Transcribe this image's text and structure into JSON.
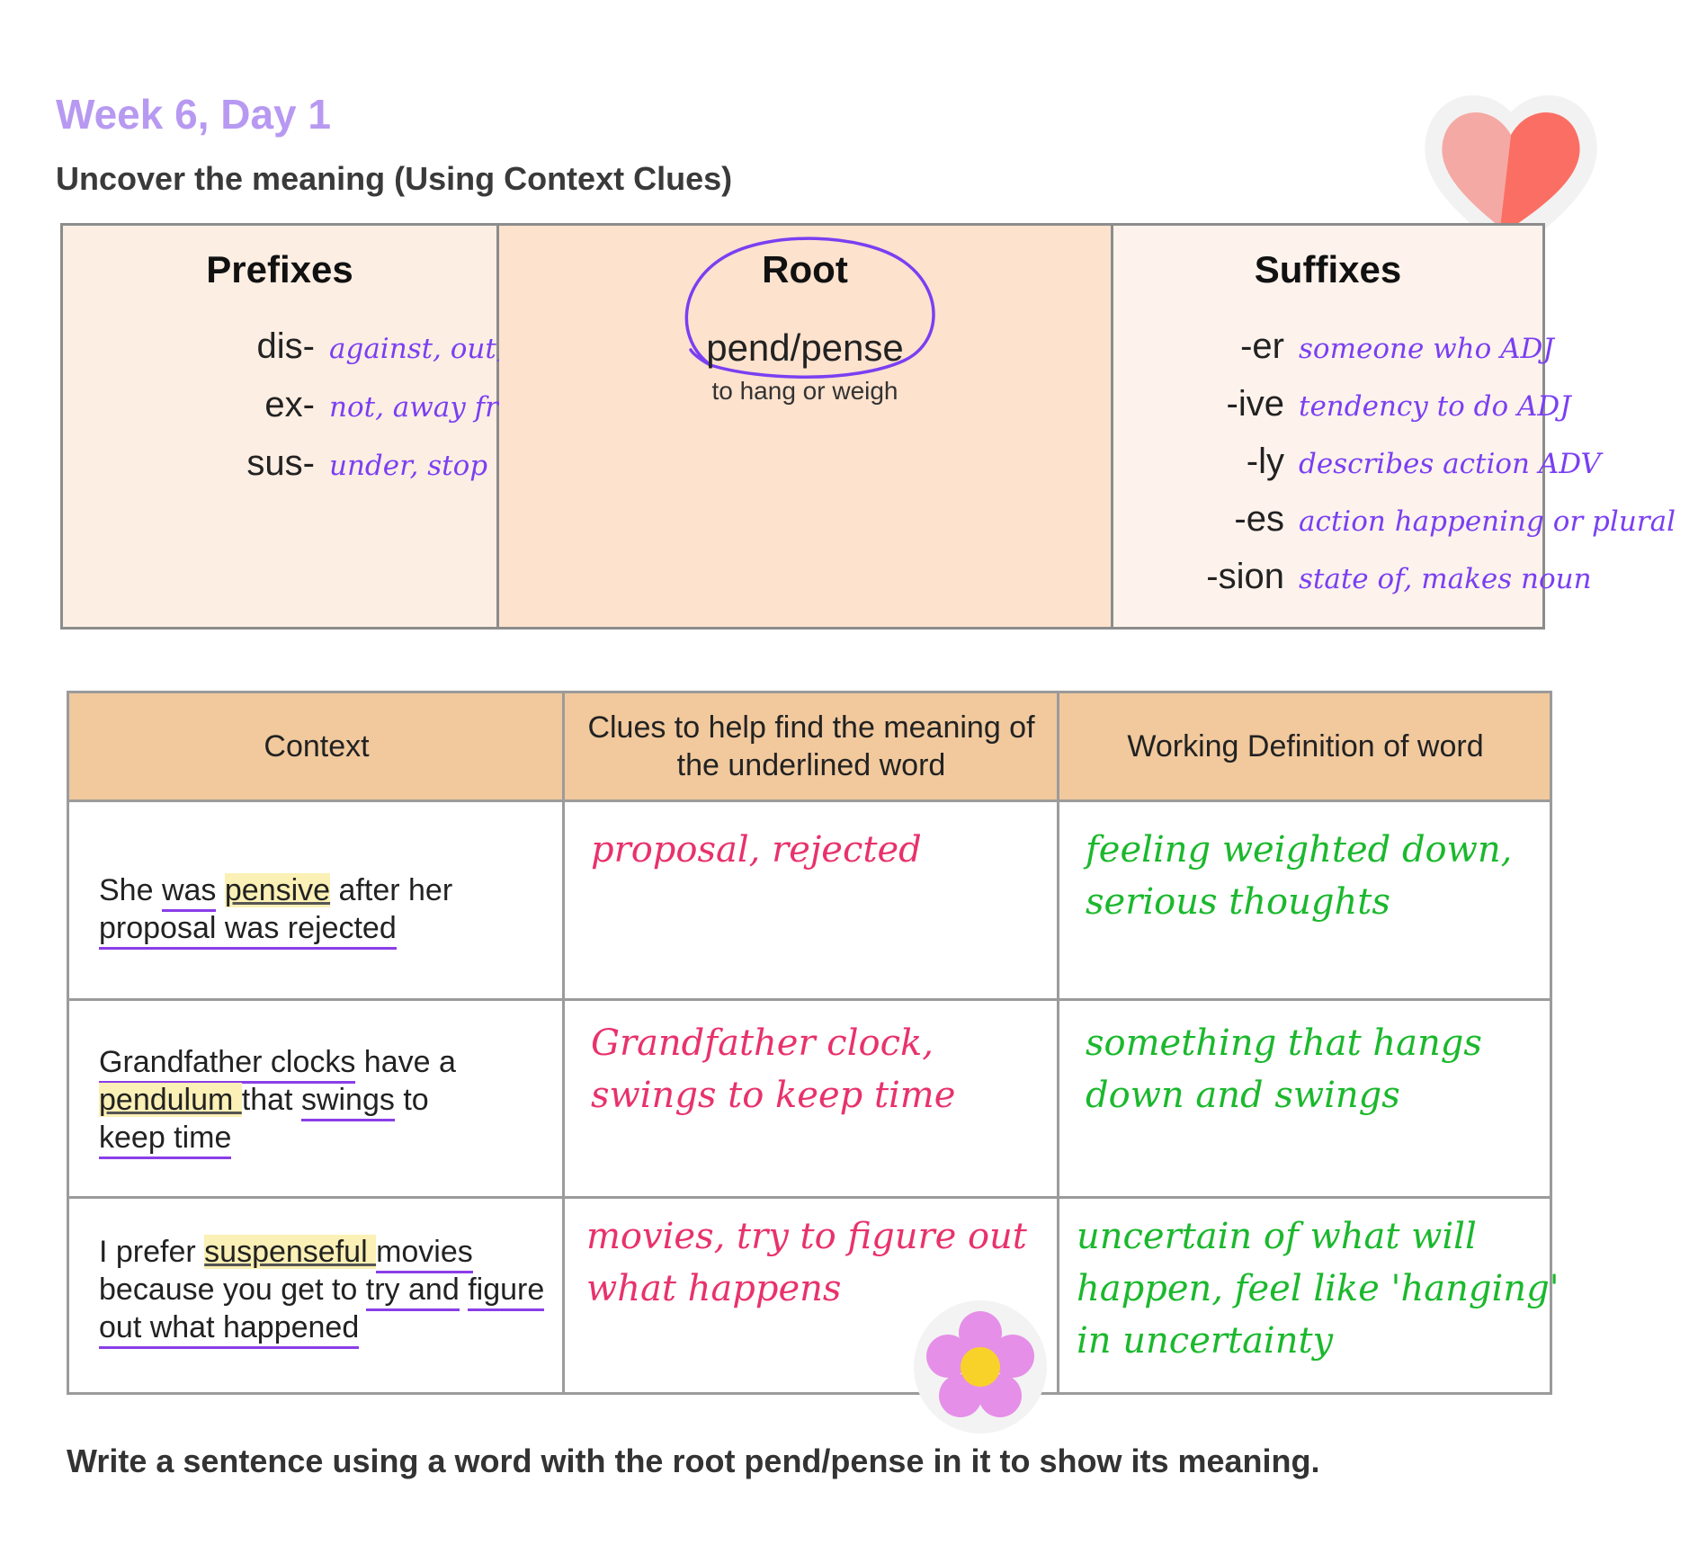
{
  "header": {
    "week": "Week 6, Day 1",
    "subtitle": "Uncover the meaning (Using Context Clues)"
  },
  "word_parts": {
    "prefixes": {
      "heading": "Prefixes",
      "items": [
        {
          "affix": "dis-",
          "meaning": "against, out, not"
        },
        {
          "affix": "ex-",
          "meaning": "not, away from"
        },
        {
          "affix": "sus-",
          "meaning": "under, stop"
        }
      ]
    },
    "root": {
      "heading": "Root",
      "word": "pend/pense",
      "meaning": "to hang or weigh"
    },
    "suffixes": {
      "heading": "Suffixes",
      "items": [
        {
          "affix": "-er",
          "meaning": "someone who ADJ"
        },
        {
          "affix": "-ive",
          "meaning": "tendency to do ADJ"
        },
        {
          "affix": "-ly",
          "meaning": "describes action ADV"
        },
        {
          "affix": "-es",
          "meaning": "action happening or plural"
        },
        {
          "affix": "-sion",
          "meaning": "state of, makes noun"
        }
      ]
    }
  },
  "clues_table": {
    "headers": [
      "Context",
      "Clues to help find the meaning of the underlined word",
      "Working Definition of word"
    ],
    "rows": [
      {
        "context": {
          "p1": "She ",
          "p2": "was",
          "p3": " ",
          "p4": "pensive",
          "p5": " after her ",
          "p6": "proposal was rejected"
        },
        "clues": "proposal, rejected",
        "definition": "feeling weighted down, serious thoughts"
      },
      {
        "context": {
          "p1": "Grandfather clocks",
          "p2": " have a ",
          "p3": "pendulum ",
          "p4": "that ",
          "p5": "swings",
          "p6": " to ",
          "p7": "keep time"
        },
        "clues": "Grandfather clock, swings to keep time",
        "definition": "something that hangs down and swings"
      },
      {
        "context": {
          "p1": "I prefer ",
          "p2": "suspenseful ",
          "p3": "movies",
          "p4": " because you get to ",
          "p5": "try and",
          "p6": " ",
          "p7": "figure out what happened"
        },
        "clues": "movies, try to figure out what happens",
        "definition": "uncertain of what will happen, feel like 'hanging' in uncertainty"
      }
    ]
  },
  "footer": {
    "prompt": "Write a sentence using a word with the root pend/pense in it to show its meaning."
  },
  "stickers": {
    "heart": "heart-sticker",
    "flower": "flower-sticker"
  },
  "colors": {
    "title_purple": "#b799f2",
    "annotation_purple": "#7a3ff2",
    "clue_pink": "#e8326c",
    "definition_green": "#1bb82d",
    "header_orange": "#f1c99d"
  }
}
